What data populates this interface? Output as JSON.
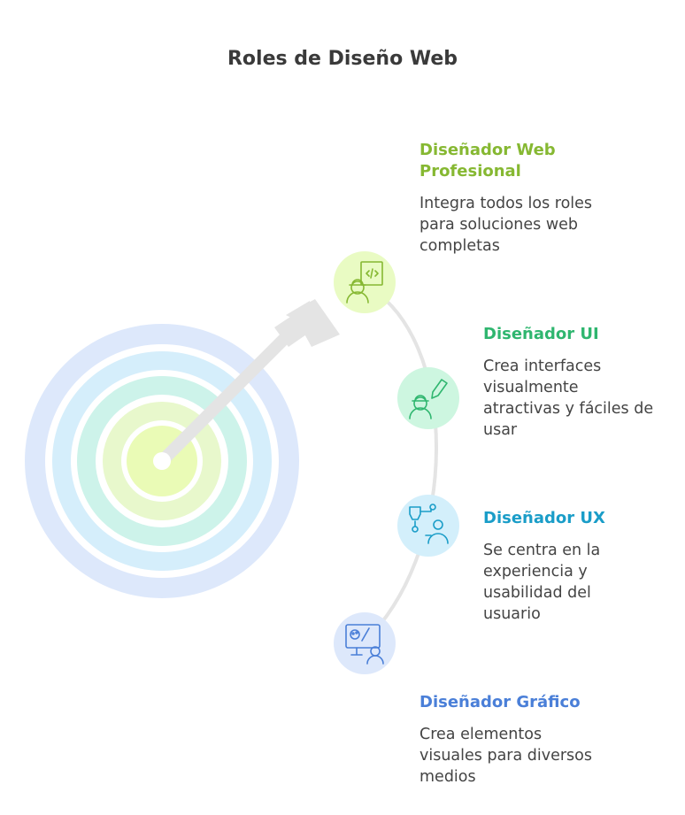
{
  "title": "Roles de Diseño Web",
  "colors": {
    "web": "#86b832",
    "ui": "#2fb66f",
    "ux": "#1a9dc8",
    "grafico": "#4a7fd8",
    "text": "#444444",
    "arrow": "#e6e6e6"
  },
  "roles": [
    {
      "key": "web",
      "heading": "Diseñador Web Profesional",
      "description": "Integra todos los roles para soluciones web completas",
      "icon": "web-developer-icon"
    },
    {
      "key": "ui",
      "heading": "Diseñador UI",
      "description": "Crea interfaces visualmente atractivas y fáciles de usar",
      "icon": "ui-designer-icon"
    },
    {
      "key": "ux",
      "heading": "Diseñador UX",
      "description": "Se centra en la experiencia y usabilidad del usuario",
      "icon": "ux-flow-icon"
    },
    {
      "key": "grafico",
      "heading": "Diseñador Gráfico",
      "description": "Crea elementos visuales para diversos medios",
      "icon": "graphic-designer-icon"
    }
  ]
}
